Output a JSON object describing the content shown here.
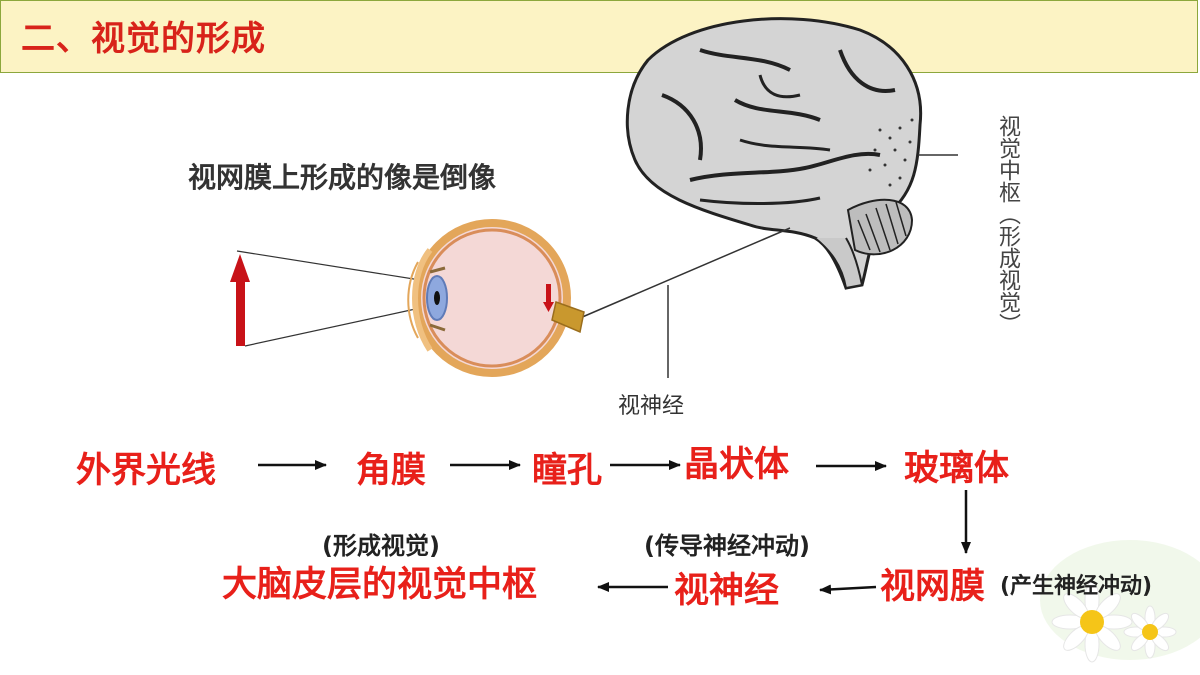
{
  "title": "二、视觉的形成",
  "retina_caption": "视网膜上形成的像是倒像",
  "brain_label": "视觉中枢（形成视觉）",
  "nerve_label": "视神经",
  "flow": {
    "step1": "外界光线",
    "step2": "角膜",
    "step3": "瞳孔",
    "step4": "晶状体",
    "step5": "玻璃体",
    "step6": "视网膜",
    "step6_note": "(产生神经冲动)",
    "step7": "视神经",
    "step7_note": "(传导神经冲动)",
    "step8": "大脑皮层的视觉中枢",
    "step8_note": "(形成视觉)"
  },
  "colors": {
    "accent_red": "#e8201a",
    "title_bg": "#fcf3c4",
    "title_border": "#8ca73c"
  }
}
